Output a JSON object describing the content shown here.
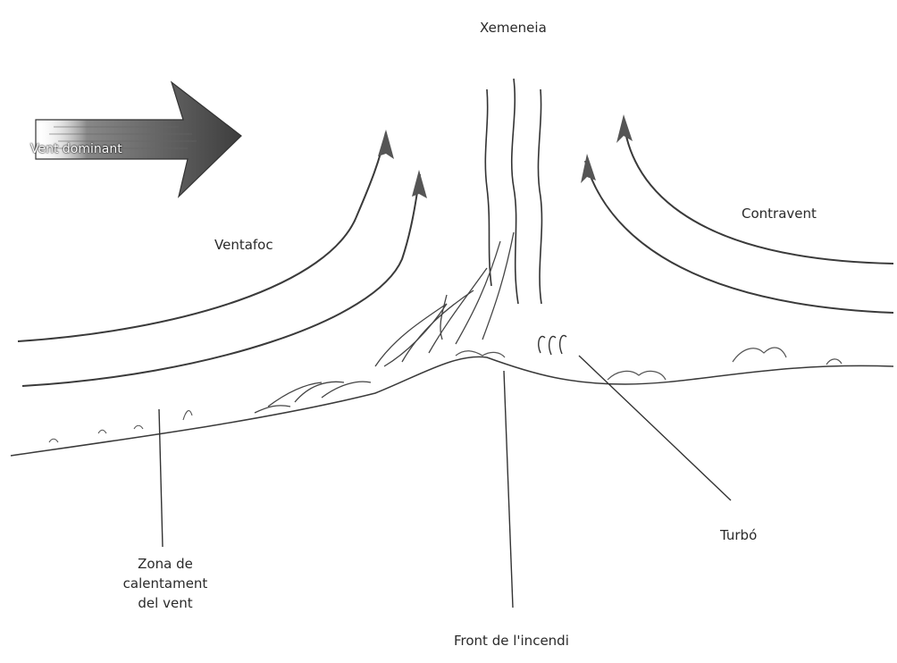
{
  "labels": {
    "chimney": "Xemeneia",
    "prevailing_wind": "Vent dominant",
    "ventafoc": "Ventafoc",
    "contravent": "Contravent",
    "heating_zone": [
      "Zona de",
      "calentament",
      "del vent"
    ],
    "fire_front": "Front de l'incendi",
    "vortex": "Turbó"
  },
  "colors": {
    "line": "#3a3a3a",
    "arrow_fill": "#555555",
    "flame": "#444444"
  }
}
